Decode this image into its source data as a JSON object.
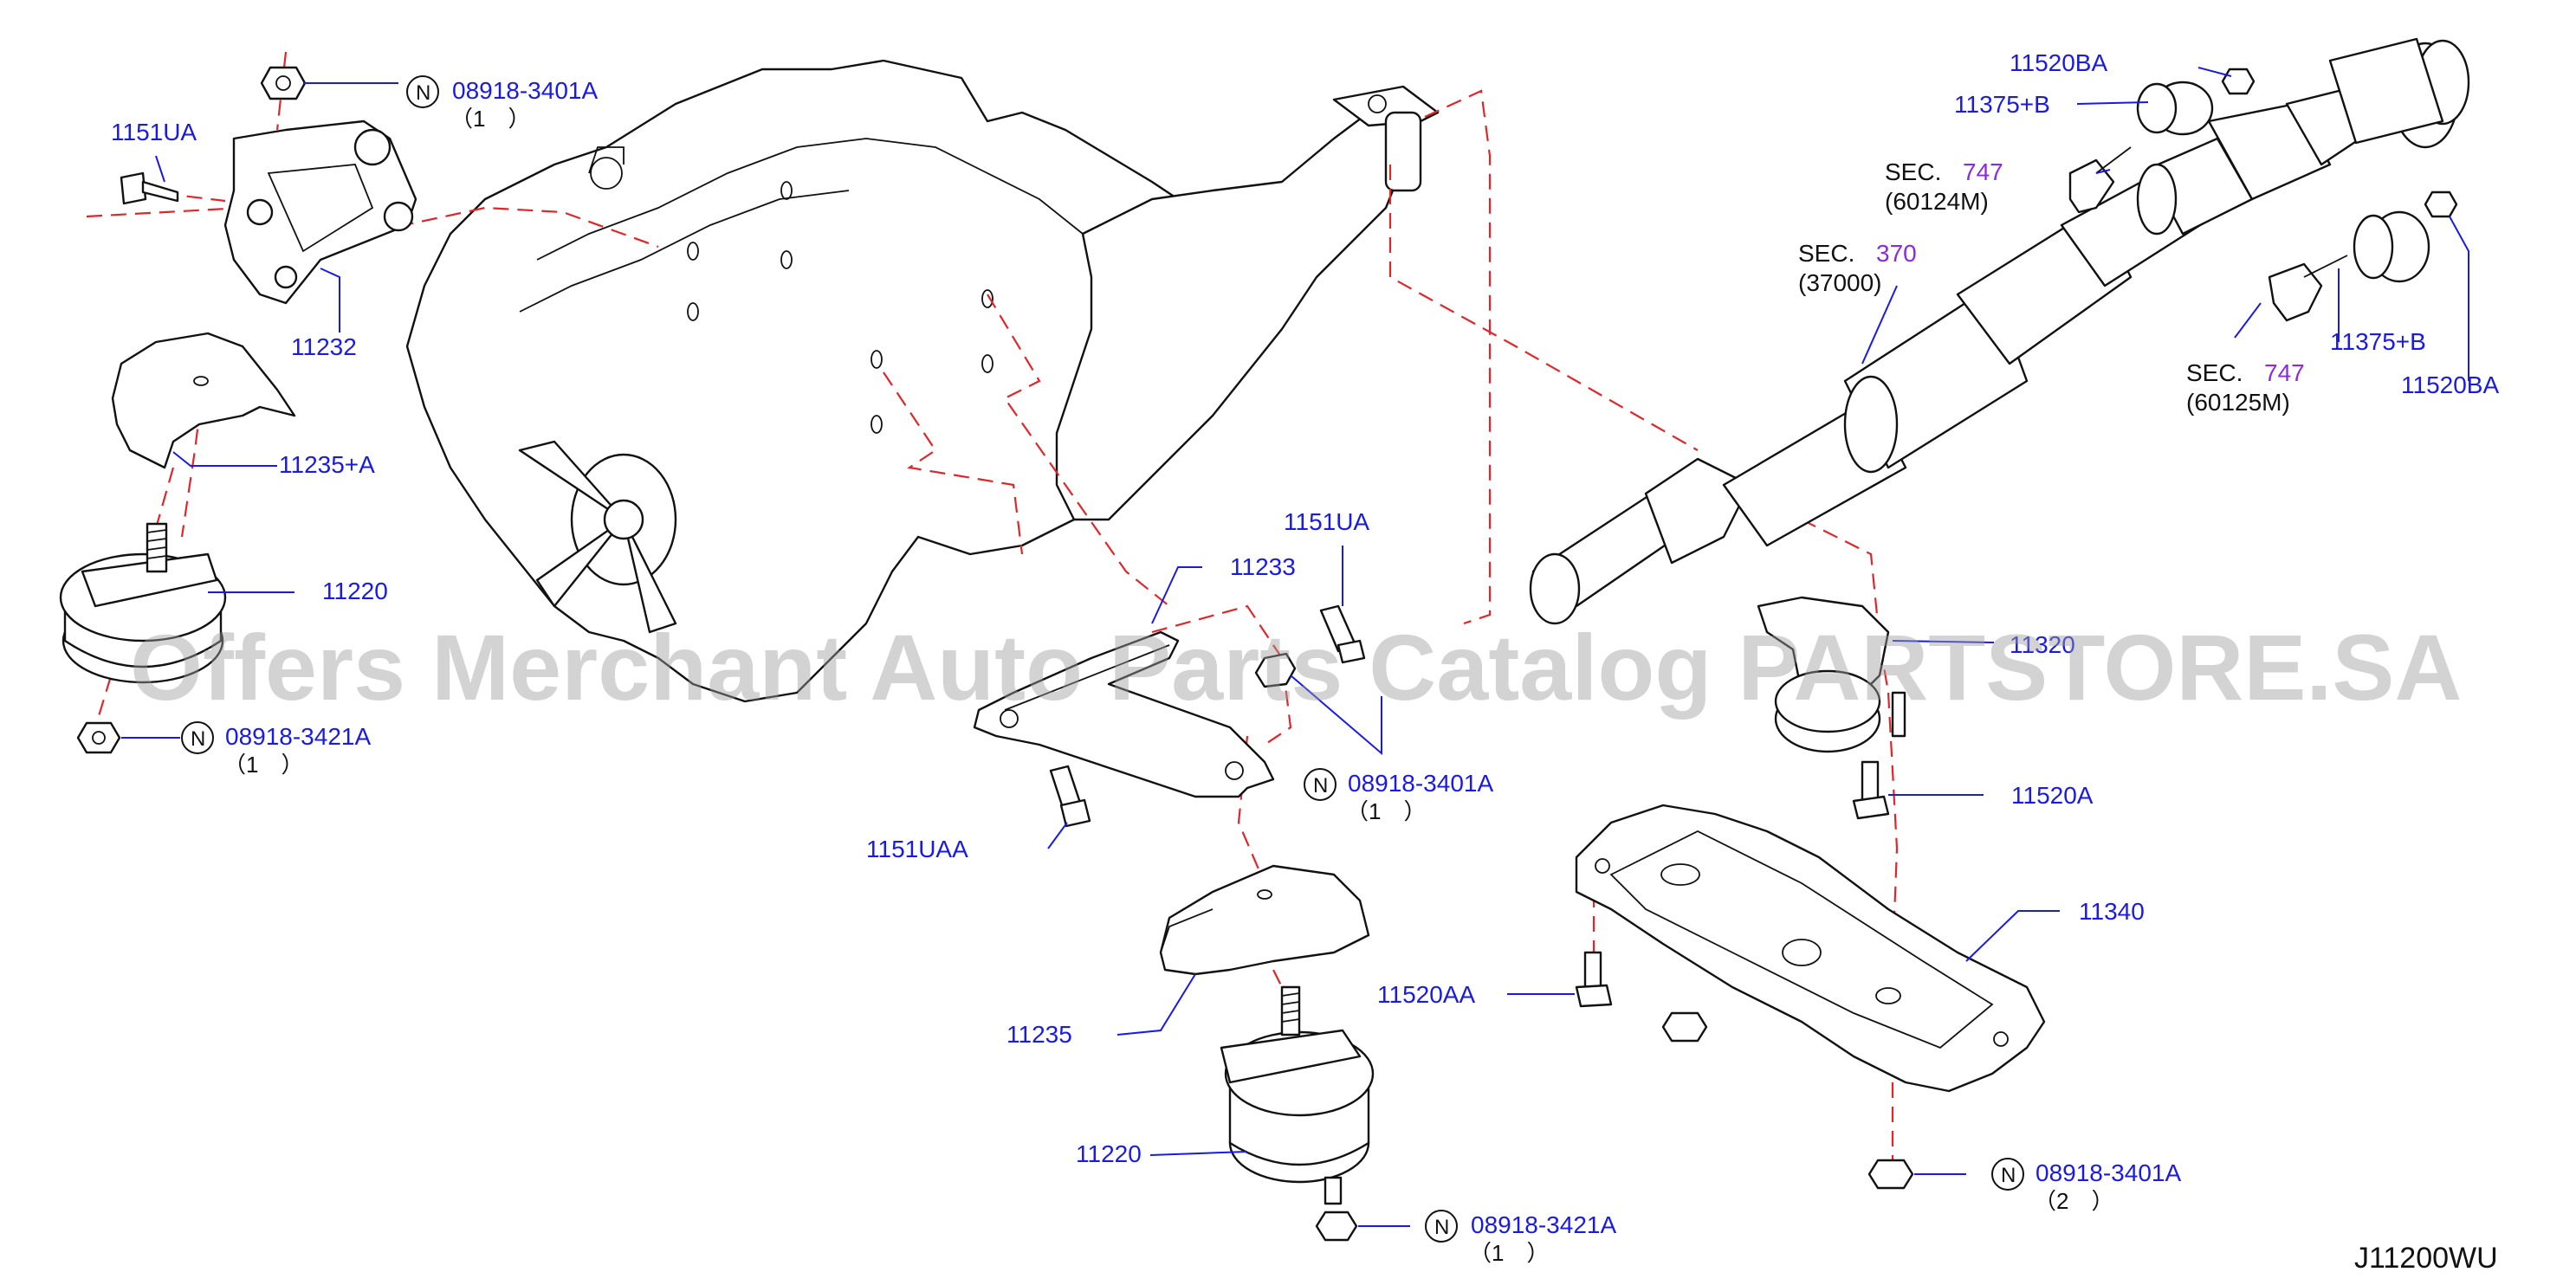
{
  "diagram": {
    "code": "J11200WU",
    "watermark": "Offers Merchant Auto Parts Catalog PARTSTORE.SA",
    "notice_mark": "N",
    "callouts": {
      "c_11520BA_top": "11520BA",
      "c_11375B_top": "11375+B",
      "c_sec747_top_label": "SEC.",
      "c_sec747_top_num": "747",
      "c_sec747_top_sub": "(60124M)",
      "c_sec370_label": "SEC.",
      "c_sec370_num": "370",
      "c_sec370_sub": "(37000)",
      "c_11375B_bottom": "11375+B",
      "c_11520BA_bottom": "11520BA",
      "c_sec747_bot_label": "SEC.",
      "c_sec747_bot_num": "747",
      "c_sec747_bot_sub": "(60125M)",
      "c_08918_3401A_top": "08918-3401A",
      "c_qty_top": "（1　）",
      "c_1151UA_left": "1151UA",
      "c_11232": "11232",
      "c_11235A": "11235+A",
      "c_11220_left": "11220",
      "c_08918_3421A_left": "08918-3421A",
      "c_qty_left": "（1　）",
      "c_1151UA_mid": "1151UA",
      "c_11233": "11233",
      "c_08918_3401A_mid": "08918-3401A",
      "c_qty_mid": "（1　）",
      "c_1151UAA": "1151UAA",
      "c_11235": "11235",
      "c_11220_bottom": "11220",
      "c_08918_3421A_bottom": "08918-3421A",
      "c_qty_bottom": "（1　）",
      "c_11320": "11320",
      "c_11520A": "11520A",
      "c_11340": "11340",
      "c_11520AA": "11520AA",
      "c_08918_3401A_right": "08918-3401A",
      "c_qty_right": "（2　）"
    }
  },
  "colors": {
    "callout": "#1a1ae6",
    "section_number": "#8a2be2",
    "dashed_guide": "#e0262a",
    "outline": "#111111",
    "watermark": "#9e9e9e"
  }
}
